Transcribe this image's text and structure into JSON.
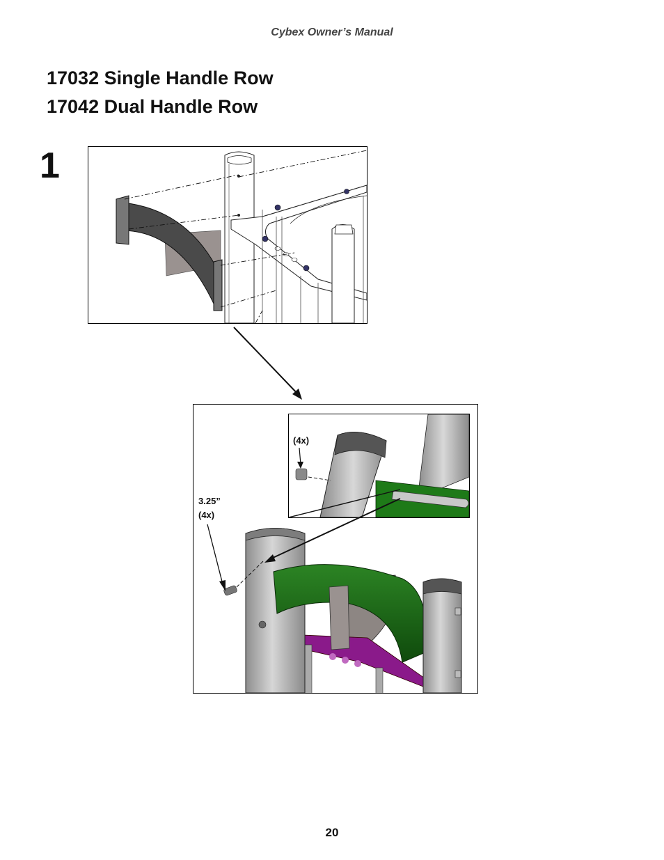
{
  "header": {
    "manual_title": "Cybex Owner’s Manual"
  },
  "titles": {
    "line1": "17032 Single Handle Row",
    "line2": "17042 Dual Handle Row"
  },
  "step": {
    "number": "1"
  },
  "labels": {
    "bolt_qty": "(4x)",
    "bolt_length": "3.25”",
    "bolt_length_qty": "(4x)"
  },
  "footer": {
    "page_number": "20"
  },
  "colors": {
    "handle_green": "#1f6b1a",
    "plate_magenta": "#8a1a8a",
    "frame_gray": "#b8b8b8"
  }
}
